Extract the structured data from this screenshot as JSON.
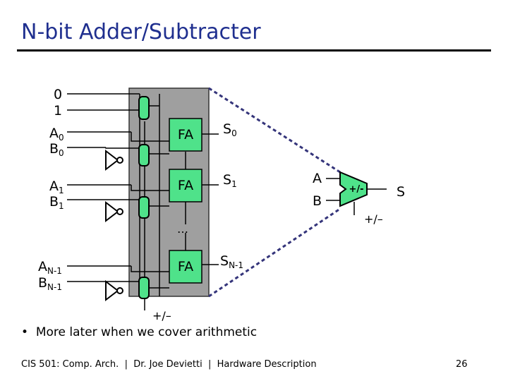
{
  "title": "N-bit Adder/Subtracter",
  "inputs": {
    "zero": "0",
    "one": "1",
    "a0": {
      "main": "A",
      "sub": "0"
    },
    "b0": {
      "main": "B",
      "sub": "0"
    },
    "a1": {
      "main": "A",
      "sub": "1"
    },
    "b1": {
      "main": "B",
      "sub": "1"
    },
    "an1": {
      "main": "A",
      "sub": "N-1"
    },
    "bn1": {
      "main": "B",
      "sub": "N-1"
    }
  },
  "full_adders": [
    "FA",
    "FA",
    "FA"
  ],
  "outputs": {
    "s0": {
      "main": "S",
      "sub": "0"
    },
    "s1": {
      "main": "S",
      "sub": "1"
    },
    "sn1": {
      "main": "S",
      "sub": "N-1"
    }
  },
  "ellipsis": "…",
  "control_label": "+/–",
  "symbol": {
    "in_a": "A",
    "in_b": "B",
    "body": "+/-",
    "out": "S",
    "control": "+/–"
  },
  "bullet_text": "More later when we cover arithmetic",
  "footer": {
    "course": "CIS 501: Comp. Arch.",
    "sep1": "|",
    "author": "Dr. Joe Devietti",
    "sep2": "|",
    "topic": "Hardware Description"
  },
  "page_number": "26",
  "colors": {
    "title": "#1f2f8f",
    "fa_fill": "#4fe28a",
    "mux_fill": "#4fe28a",
    "panel_fill": "#9f9f9f",
    "zoom_line": "#34347a"
  }
}
